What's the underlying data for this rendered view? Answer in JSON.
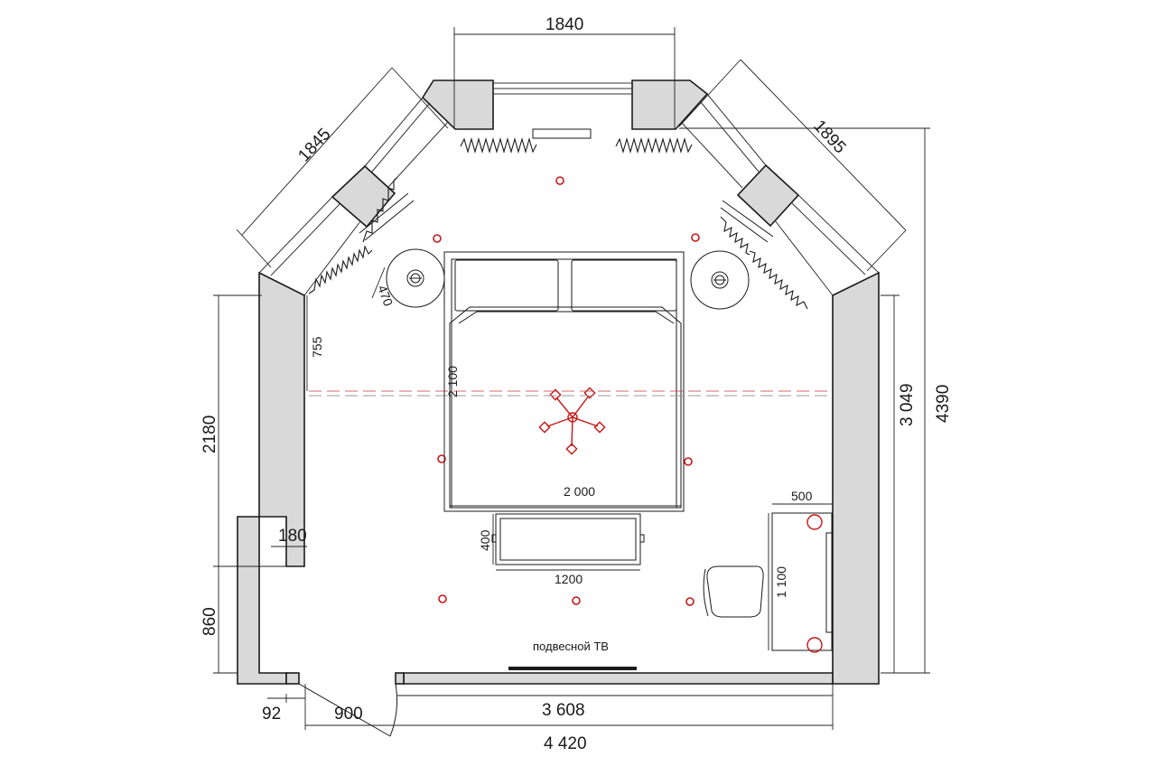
{
  "dimensions": {
    "top_window": "1840",
    "left_diag": "1845",
    "right_diag": "1895",
    "right_height": "3 049",
    "total_height": "4390",
    "left_height": "2180",
    "left_lower": "860",
    "niche_depth": "180",
    "sill_755": "755",
    "nightstand": "470",
    "bed_length": "2 100",
    "bed_width": "2 000",
    "bench_depth": "400",
    "bench_width": "1200",
    "desk_depth": "500",
    "desk_length": "1 100",
    "door_jamb": "92",
    "door_width": "900",
    "inner_width": "3 608",
    "total_width": "4 420"
  },
  "labels": {
    "tv": "подвесной ТВ"
  },
  "colors": {
    "wall_fill": "#d9d9d9",
    "lines": "#1a1a1a",
    "lighting": "#c21818"
  }
}
